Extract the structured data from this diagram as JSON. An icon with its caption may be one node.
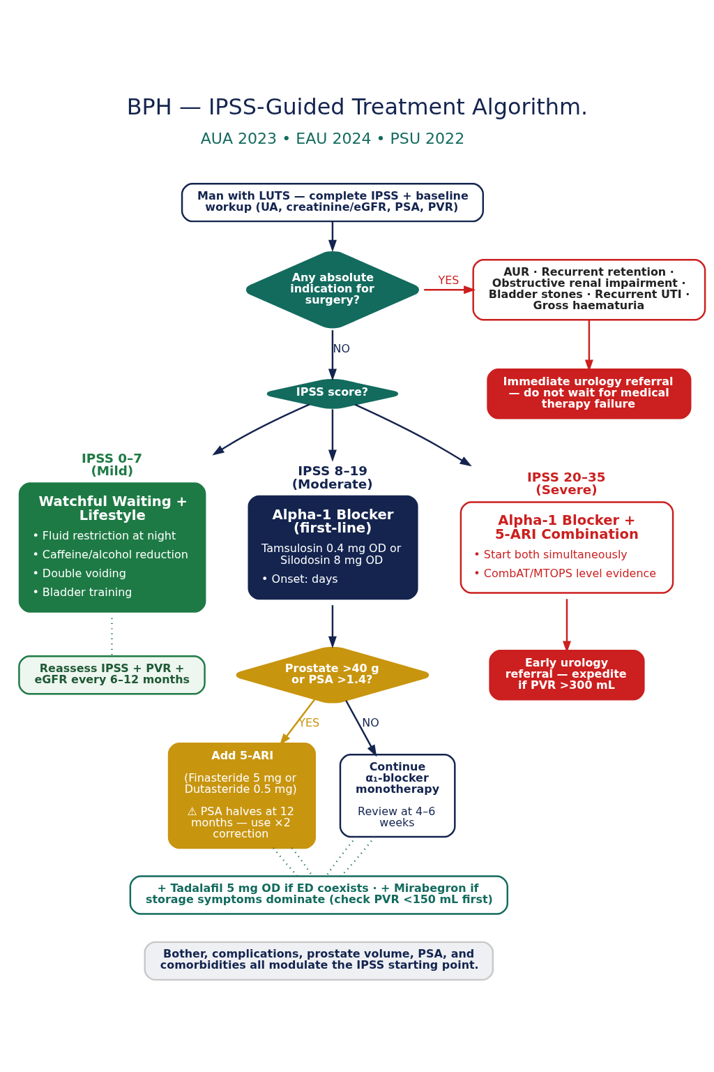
{
  "diagram": {
    "title": "BPH — IPSS-Guided Treatment Algorithm.",
    "nodes": [
      {
        "text": [
          "Man with LUTS — complete IPSS + baseline workup (UA, creatinine/eGFR, PSA, PVR)"
        ]
      },
      {
        "text": [
          "Any absolute indication for surgery?"
        ]
      },
      {
        "text": [
          "AUR · Recurrent retention · Obstructive renal impairment · Bladder stones · Recurrent UTI · Gross haematuria"
        ]
      },
      {
        "text": [
          "Immediate urology referral — do not wait for medical therapy failure"
        ]
      },
      {
        "text": [
          "IPSS score?"
        ]
      },
      {
        "text": [
          "IPSS 0–7 (Mild)",
          "Watchful Waiting + Lifestyle",
          "• Fluid restriction at night",
          "• Caffeine/alcohol reduction",
          "• Double voiding",
          "• Bladder training"
        ]
      },
      {
        "text": [
          "IPSS 8–19 (Moderate)",
          "Alpha-1 Blocker (first-line)",
          "Tamsulosin 0.4 mg OD or Silodosin 8 mg OD",
          "• Onset: days"
        ]
      },
      {
        "text": [
          "IPSS 20–35 (Severe)",
          "Alpha-1 Blocker + 5-ARI Combination",
          "• Start both simultaneously",
          "• CombAT/MTOPS level evidence"
        ]
      },
      {
        "text": [
          "Reassess IPSS + PVR + eGFR every 6–12 months"
        ]
      },
      {
        "text": [
          "Prostate >40 g or PSA >1.4?"
        ]
      },
      {
        "text": [
          "Add 5-ARI",
          "(Finasteride 5 mg or Dutasteride 0.5 mg)",
          "⚠ PSA halves at 12 months — use ×2 correction"
        ]
      },
      {
        "text": [
          "Continue α₁-blocker monotherapy",
          "Review at 4–6 weeks"
        ]
      },
      {
        "text": [
          "Early urology referral — expedite if PVR >300 mL"
        ]
      },
      {
        "text": [
          "+ Tadalafil 5 mg OD if ED coexists · + Mirabegron if storage symptoms dominate (check PVR <150 mL first)"
        ]
      },
      {
        "text": [
          "Bother, complications, prostate volume, PSA, and comorbidities all modulate the IPSS starting point."
        ]
      }
    ],
    "edges": [
      {
        "from": 0,
        "to": 1,
        "arrow": "to"
      },
      {
        "from": 1,
        "to": 2,
        "arrow": "to",
        "label": "YES",
        "color": "#cc1f1f"
      },
      {
        "from": 2,
        "to": 3,
        "arrow": "to",
        "color": "#cc1f1f"
      },
      {
        "from": 1,
        "to": 4,
        "arrow": "to",
        "label": "NO"
      },
      {
        "from": 4,
        "to": 5,
        "arrow": "to"
      },
      {
        "from": 4,
        "to": 6,
        "arrow": "to"
      },
      {
        "from": 4,
        "to": 7,
        "arrow": "to"
      },
      {
        "from": 5,
        "to": 8,
        "arrow": "none",
        "style": "dashed",
        "color": "#1e7a45"
      },
      {
        "from": 6,
        "to": 9,
        "arrow": "to"
      },
      {
        "from": 9,
        "to": 10,
        "arrow": "to",
        "label": "YES",
        "color": "#c8950f"
      },
      {
        "from": 9,
        "to": 11,
        "arrow": "to",
        "label": "NO"
      },
      {
        "from": 7,
        "to": 12,
        "arrow": "to",
        "color": "#cc1f1f"
      },
      {
        "from": 10,
        "to": 13,
        "arrow": "none",
        "style": "dashed",
        "color": "#136b5e"
      },
      {
        "from": 10,
        "to": 13,
        "arrow": "none",
        "style": "dashed",
        "color": "#136b5e"
      },
      {
        "from": 11,
        "to": 13,
        "arrow": "none",
        "style": "dashed",
        "color": "#136b5e"
      },
      {
        "from": 11,
        "to": 13,
        "arrow": "none",
        "style": "dashed",
        "color": "#136b5e"
      }
    ],
    "labels": [
      "AUA 2023 • EAU 2024 • PSU 2022"
    ]
  }
}
